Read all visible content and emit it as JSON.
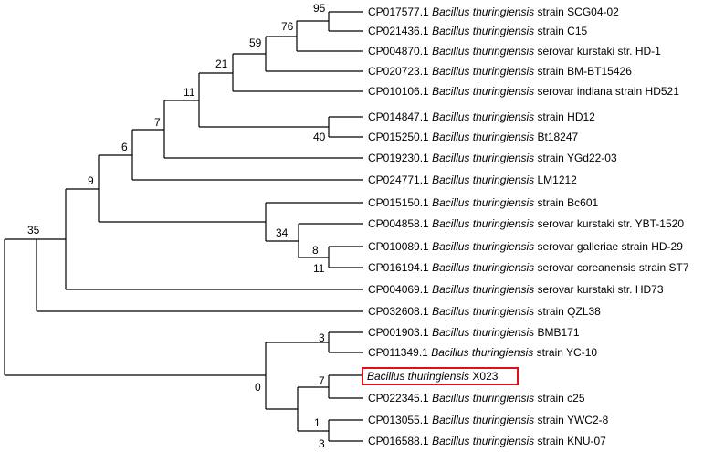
{
  "tree": {
    "tips": [
      {
        "accession": "CP017577.1",
        "species": "Bacillus thuringiensis",
        "descriptor": "strain SCG04-02"
      },
      {
        "accession": "CP021436.1",
        "species": "Bacillus thuringiensis",
        "descriptor": "strain C15"
      },
      {
        "accession": "CP004870.1",
        "species": "Bacillus thuringiensis",
        "descriptor": "serovar kurstaki str. HD-1"
      },
      {
        "accession": "CP020723.1",
        "species": "Bacillus thuringiensis",
        "descriptor": "strain BM-BT15426"
      },
      {
        "accession": "CP010106.1",
        "species": "Bacillus thuringiensis",
        "descriptor": "serovar indiana strain HD521"
      },
      {
        "accession": "CP014847.1",
        "species": "Bacillus thuringiensis",
        "descriptor": "strain HD12"
      },
      {
        "accession": "CP015250.1",
        "species": "Bacillus thuringiensis",
        "descriptor": "Bt18247"
      },
      {
        "accession": "CP019230.1",
        "species": "Bacillus thuringiensis",
        "descriptor": "strain YGd22-03"
      },
      {
        "accession": "CP024771.1",
        "species": "Bacillus thuringiensis",
        "descriptor": "LM1212"
      },
      {
        "accession": "CP015150.1",
        "species": "Bacillus thuringiensis",
        "descriptor": "strain Bc601"
      },
      {
        "accession": "CP004858.1",
        "species": "Bacillus thuringiensis",
        "descriptor": "serovar kurstaki str. YBT-1520"
      },
      {
        "accession": "CP010089.1",
        "species": "Bacillus thuringiensis",
        "descriptor": "serovar galleriae strain HD-29"
      },
      {
        "accession": "CP016194.1",
        "species": "Bacillus thuringiensis",
        "descriptor": "serovar coreanensis strain ST7"
      },
      {
        "accession": "CP004069.1",
        "species": "Bacillus thuringiensis",
        "descriptor": "serovar kurstaki str. HD73"
      },
      {
        "accession": "CP032608.1",
        "species": "Bacillus thuringiensis",
        "descriptor": "strain QZL38"
      },
      {
        "accession": "CP001903.1",
        "species": "Bacillus thuringiensis",
        "descriptor": "BMB171"
      },
      {
        "accession": "CP011349.1",
        "species": "Bacillus thuringiensis",
        "descriptor": "strain YC-10"
      },
      {
        "accession": "",
        "species": "Bacillus thuringiensis",
        "descriptor": "X023",
        "highlighted": true
      },
      {
        "accession": "CP022345.1",
        "species": "Bacillus thuringiensis",
        "descriptor": "strain c25"
      },
      {
        "accession": "CP013055.1",
        "species": "Bacillus thuringiensis",
        "descriptor": "strain YWC2-8"
      },
      {
        "accession": "CP016588.1",
        "species": "Bacillus thuringiensis",
        "descriptor": "strain KNU-07"
      }
    ],
    "bootstrap_values": [
      "95",
      "76",
      "59",
      "21",
      "11",
      "40",
      "7",
      "6",
      "9",
      "34",
      "8",
      "11",
      "35",
      "3",
      "7",
      "1",
      "3",
      "0"
    ],
    "highlight_color": "#e0101a"
  }
}
